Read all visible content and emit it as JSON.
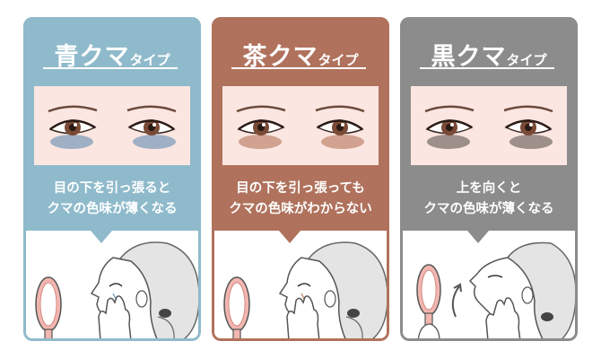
{
  "cards": [
    {
      "title_main": "青クマ",
      "title_sub": "タイプ",
      "desc_line1": "目の下を引っ張ると",
      "desc_line2": "クマの色味が薄くなる",
      "color": "#8fbacb",
      "shadow_color": "#8aa3bd",
      "illustration": "woman-pulling-under-eye-with-hand-mirror"
    },
    {
      "title_main": "茶クマ",
      "title_sub": "タイプ",
      "desc_line1": "目の下を引っ張っても",
      "desc_line2": "クマの色味がわからない",
      "color": "#b0725d",
      "shadow_color": "#c6917b",
      "illustration": "woman-pulling-under-eye-with-hand-mirror"
    },
    {
      "title_main": "黒クマ",
      "title_sub": "タイプ",
      "desc_line1": "上を向くと",
      "desc_line2": "クマの色味が薄くなる",
      "color": "#8c8c8c",
      "shadow_color": "#8c7f7a",
      "illustration": "woman-looking-up-with-hand-mirror"
    }
  ]
}
